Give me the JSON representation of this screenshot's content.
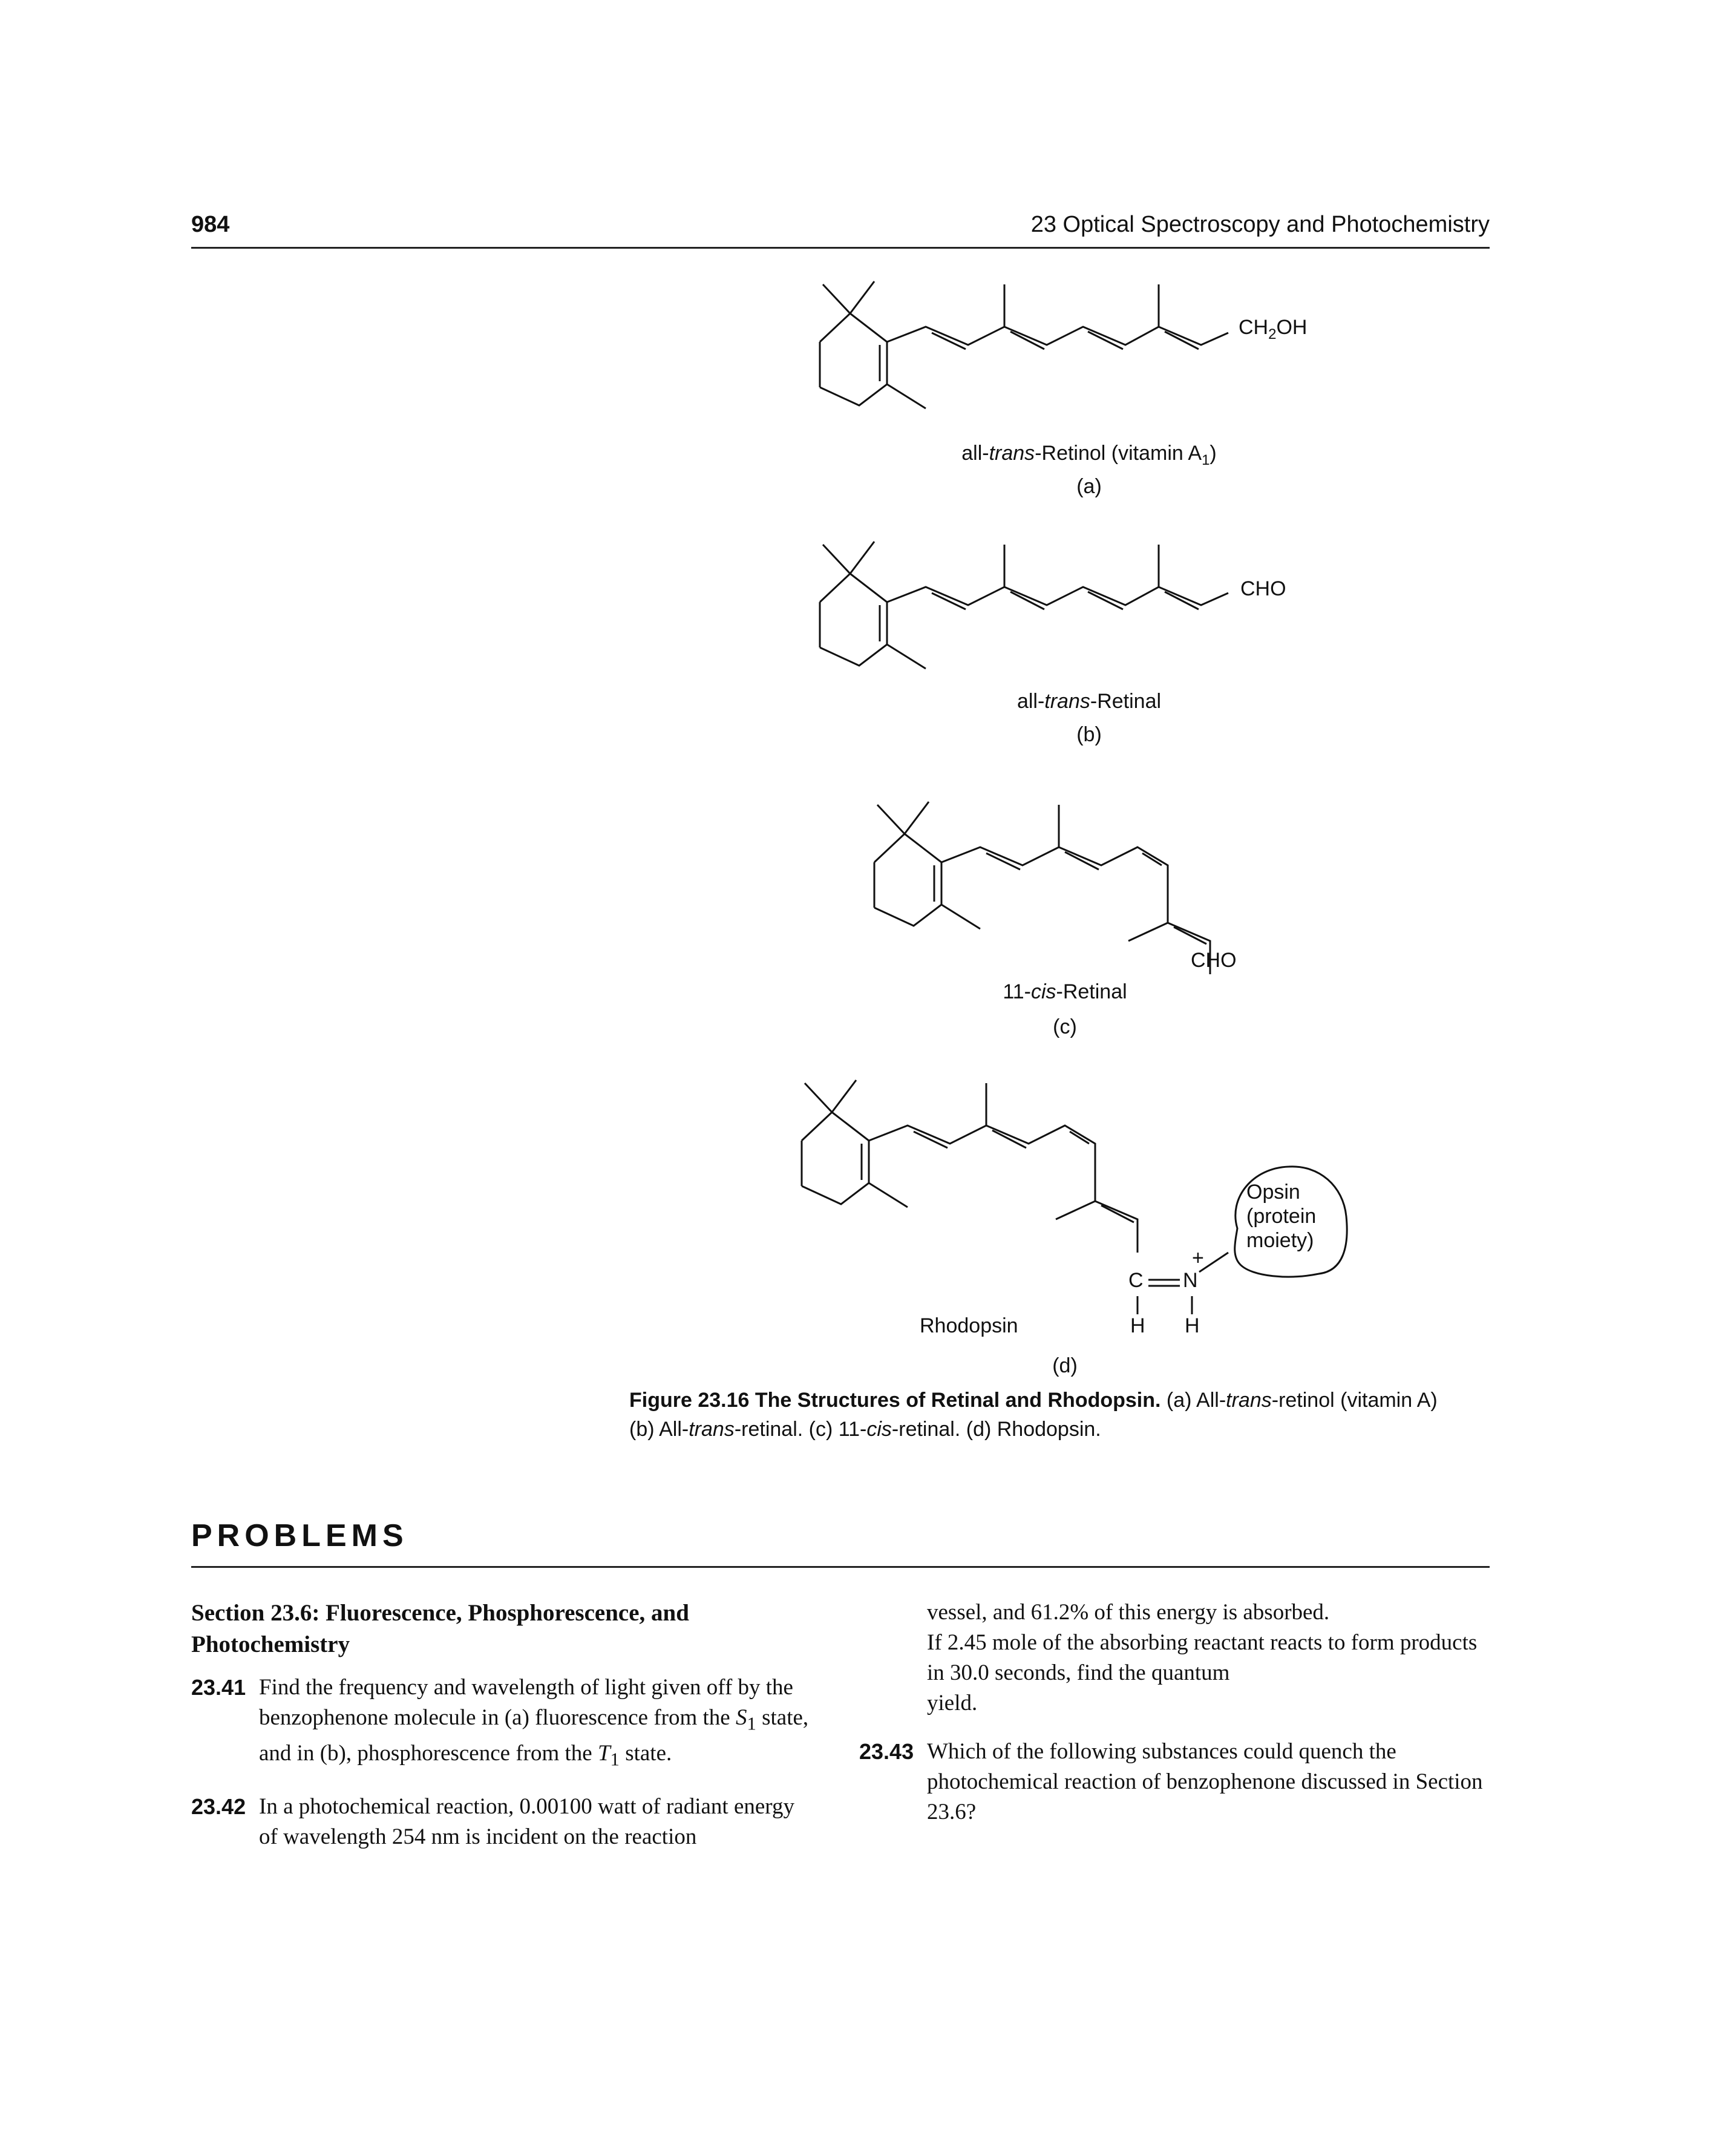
{
  "header": {
    "page_number": "984",
    "chapter": "23 Optical Spectroscopy and Photochemistry"
  },
  "figure": {
    "a": {
      "label_pre": "all-",
      "label_italic": "trans",
      "label_post": "-Retinol (vitamin A",
      "label_sub": "1",
      "label_close": ")",
      "tag": "(a)",
      "group": "CH",
      "group_sub": "2",
      "group_post": "OH"
    },
    "b": {
      "label_pre": "all-",
      "label_italic": "trans",
      "label_post": "-Retinal",
      "tag": "(b)",
      "group": "CHO"
    },
    "c": {
      "label_pre": "11-",
      "label_italic": "cis",
      "label_post": "-Retinal",
      "tag": "(c)",
      "group": "CHO"
    },
    "d": {
      "label": "Rhodopsin",
      "tag": "(d)",
      "opsin_line1": "Opsin",
      "opsin_line2": "(protein",
      "opsin_line3": "moiety)",
      "atom_c": "C",
      "atom_n": "N",
      "atom_h1": "H",
      "atom_h2": "H",
      "charge": "+"
    }
  },
  "caption": {
    "label": "Figure 23.16",
    "title": "The Structures of Retinal and Rhodopsin.",
    "p1": " (a) All-",
    "p1_it": "trans",
    "p2": "-retinol (vitamin A)",
    "p3": "(b) All-",
    "p3_it": "trans",
    "p4": "-retinal. (c) 11-",
    "p4_it": "cis",
    "p5": "-retinal. (d) Rhodopsin."
  },
  "problems": {
    "heading": "PROBLEMS",
    "section": "Section 23.6: Fluorescence, Phosphorescence, and Photochemistry",
    "p41": {
      "num": "23.41",
      "text_a": "Find the frequency and wavelength of light given off by the benzophenone molecule in (a) fluorescence from the ",
      "s1": "S",
      "s1_sub": "1",
      "text_b": " state, and in (b), phosphorescence from the ",
      "t1": "T",
      "t1_sub": "1",
      "text_c": " state."
    },
    "p42": {
      "num": "23.42",
      "text": "In a photochemical reaction, 0.00100 watt of radiant energy of wavelength 254 nm is incident on the reaction",
      "cont1": "vessel, and 61.2% of this energy is absorbed.",
      "cont2": "If 2.45 mole of the absorbing reactant reacts to form products in 30.0 seconds, find the quantum",
      "cont3": "yield."
    },
    "p43": {
      "num": "23.43",
      "text": "Which of the following substances could quench the photochemical reaction of benzophenone discussed in Section 23.6?"
    }
  }
}
